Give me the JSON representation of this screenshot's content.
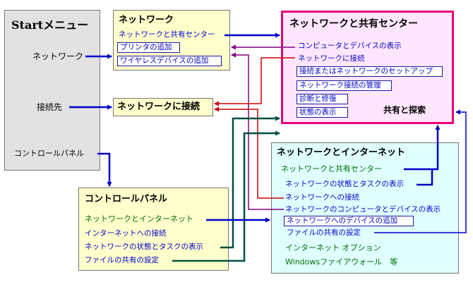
{
  "start": {
    "title": "Startメニュー",
    "network": "ネットワーク",
    "connect_to": "接続先",
    "control_panel": "コントロールパネル"
  },
  "network_box": {
    "title": "ネットワーク",
    "item1": "ネットワークと共有センター",
    "item2": "プリンタの追加",
    "item3": "ワイヤレスデバイスの追加"
  },
  "connect_box": {
    "title": "ネットワークに接続"
  },
  "sharing_center": {
    "title": "ネットワークと共有センター",
    "item1": "コンピュータとデバイスの表示",
    "item2": "ネットワークに接続",
    "item3": "接続またはネットワークのセットアップ",
    "item4": "ネットワーク接続の管理",
    "item5": "診断と修復",
    "item6": "状態の表示",
    "share_explore": "共有と探索"
  },
  "control_panel_box": {
    "title": "コントロールパネル",
    "item1": "ネットワークとインターネット",
    "item2": "インターネットへの接続",
    "item3": "ネットワークの状態とタスクの表示",
    "item4": "ファイルの共有の設定"
  },
  "net_internet_box": {
    "title": "ネットワークとインターネット",
    "item1": "ネットワークと共有センター",
    "item2": "ネットワークの状態とタスクの表示",
    "item3": "ネットワークへの接続",
    "item4": "ネットワークのコンピュータとデバイスの表示",
    "item5": "ネットワークへのデバイスの追加",
    "item6": "ファイルの共有の設定",
    "item7": "インターネット オプション",
    "item8": "Windowsファイアウォール　等"
  },
  "colors": {
    "blue": "#0000cc",
    "red": "#cc0000",
    "purple": "#800080",
    "green": "#005040",
    "magenta": "#e8007a",
    "greenText": "#007000"
  }
}
